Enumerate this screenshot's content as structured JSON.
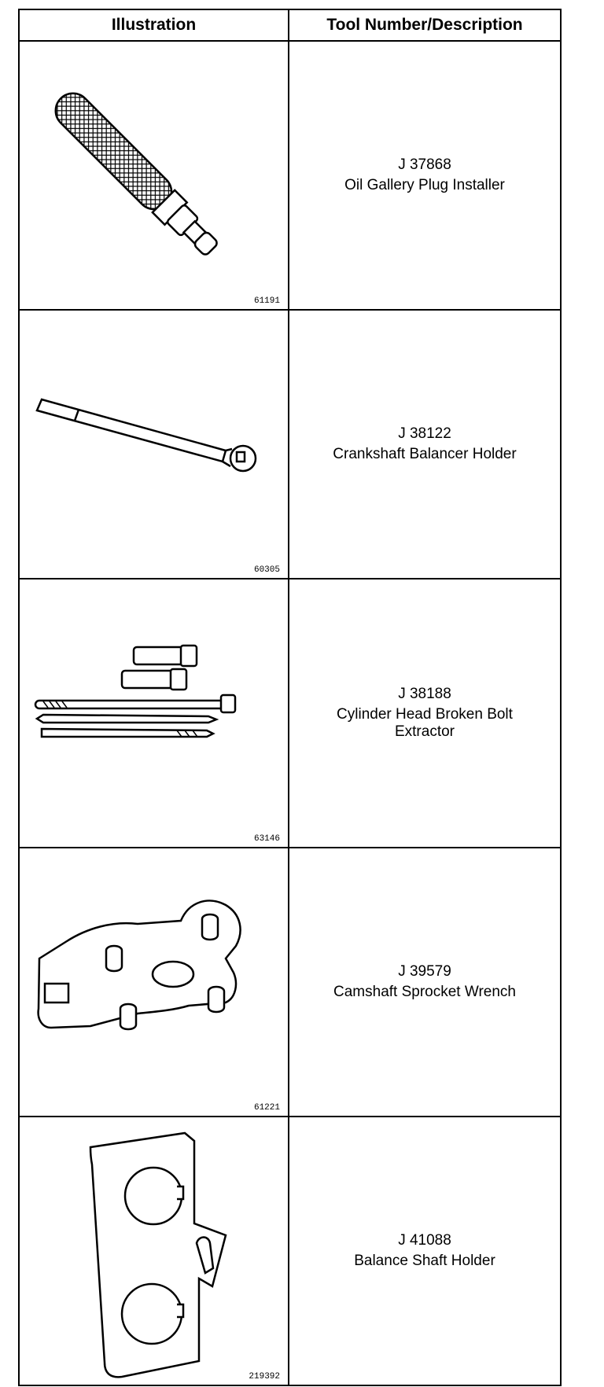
{
  "header": {
    "illustration": "Illustration",
    "description": "Tool Number/Description"
  },
  "tools": [
    {
      "number": "J 37868",
      "name": "Oil Gallery Plug Installer",
      "figure": "61191",
      "icon": "oil-gallery-plug-installer-icon"
    },
    {
      "number": "J 38122",
      "name": "Crankshaft Balancer Holder",
      "figure": "60305",
      "icon": "crankshaft-balancer-holder-icon"
    },
    {
      "number": "J 38188",
      "name": "Cylinder Head Broken Bolt Extractor",
      "figure": "63146",
      "icon": "bolt-extractor-icon"
    },
    {
      "number": "J 39579",
      "name": "Camshaft Sprocket Wrench",
      "figure": "61221",
      "icon": "camshaft-sprocket-wrench-icon"
    },
    {
      "number": "J 41088",
      "name": "Balance Shaft Holder",
      "figure": "219392",
      "icon": "balance-shaft-holder-icon"
    }
  ]
}
